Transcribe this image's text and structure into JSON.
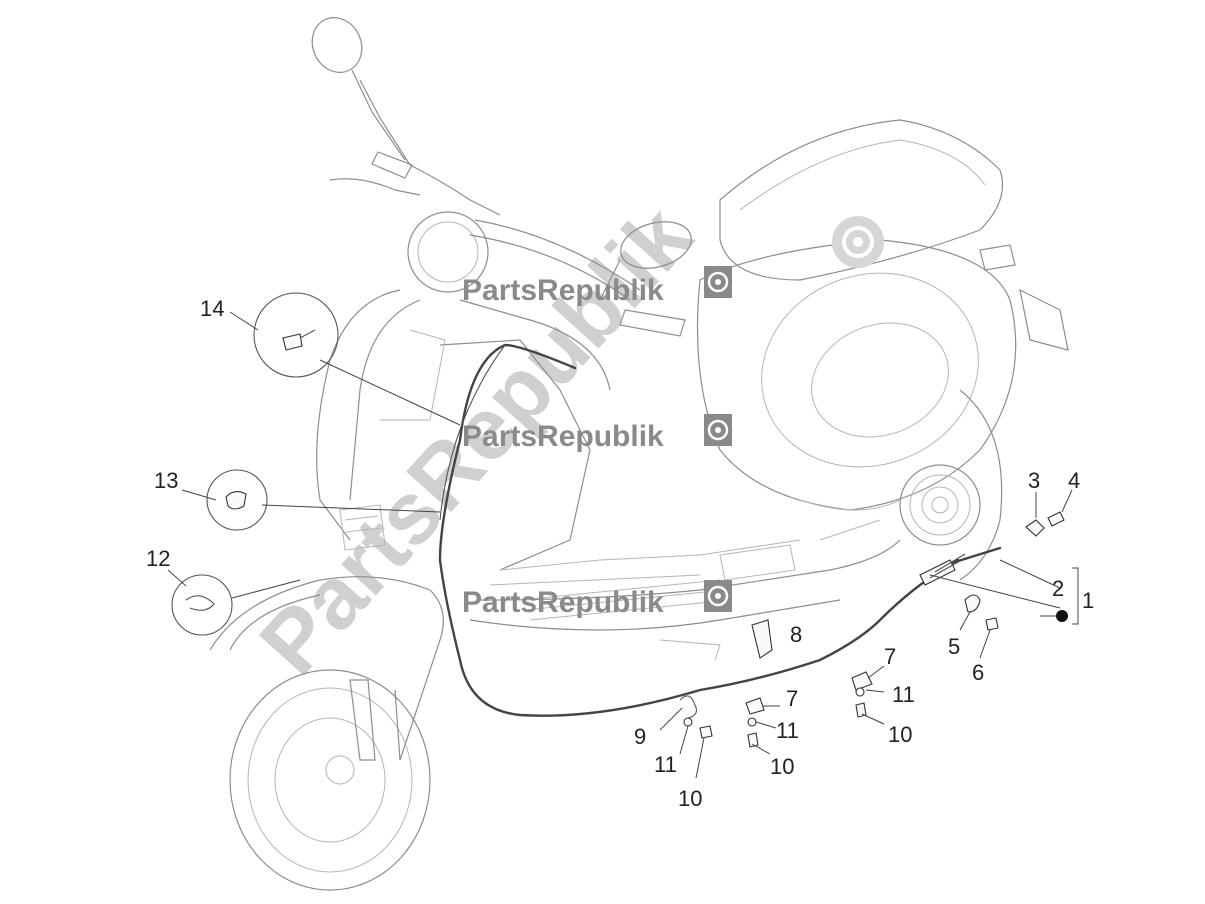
{
  "watermarks": {
    "brand": "PartsRepublik",
    "big_text": "PartsRepublik"
  },
  "callouts": {
    "c1": "1",
    "c2": "2",
    "c3": "3",
    "c4": "4",
    "c5": "5",
    "c6": "6",
    "c7a": "7",
    "c7b": "7",
    "c8": "8",
    "c9": "9",
    "c10a": "10",
    "c10b": "10",
    "c10c": "10",
    "c11a": "11",
    "c11b": "11",
    "c11c": "11",
    "c12": "12",
    "c13": "13",
    "c14": "14"
  },
  "colors": {
    "line": "#555555",
    "watermark": "#8a8a8a",
    "watermark_big": "#d0d0d0",
    "background": "#ffffff"
  },
  "icons": [
    "gear-icon"
  ]
}
